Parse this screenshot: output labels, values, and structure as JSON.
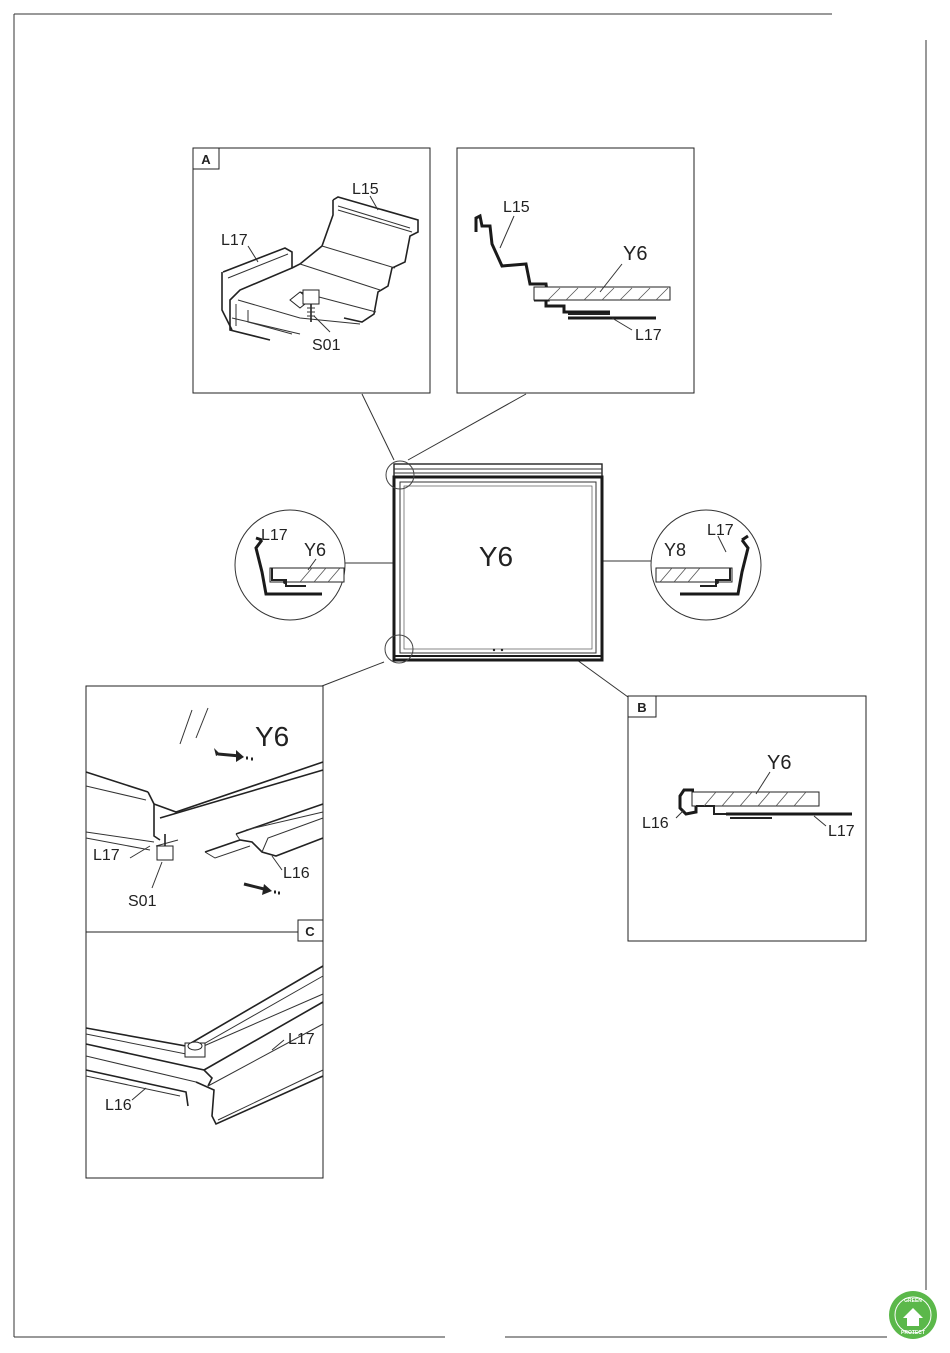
{
  "main_panel": {
    "label": "Y6"
  },
  "detail_a": {
    "tag": "A",
    "labels": {
      "top": "L15",
      "left": "L17",
      "bolt": "S01"
    }
  },
  "detail_a_section": {
    "labels": {
      "rail": "L15",
      "panel": "Y6",
      "bottom": "L17"
    }
  },
  "left_circle": {
    "labels": {
      "rail": "L17",
      "panel": "Y6"
    }
  },
  "right_circle": {
    "labels": {
      "rail": "L17",
      "panel": "Y8"
    }
  },
  "detail_b": {
    "tag": "B",
    "labels": {
      "panel": "Y6",
      "rail_left": "L16",
      "rail_right": "L17"
    }
  },
  "detail_lower_left": {
    "labels": {
      "panel": "Y6",
      "rail_left": "L17",
      "bolt": "S01",
      "rail_right": "L16"
    }
  },
  "detail_c": {
    "tag": "C",
    "labels": {
      "rail_top": "L17",
      "rail_bottom": "L16"
    }
  },
  "logo": {
    "text_top": "GREEN",
    "text_bottom": "PROTECT",
    "color": "#5bb84a"
  }
}
